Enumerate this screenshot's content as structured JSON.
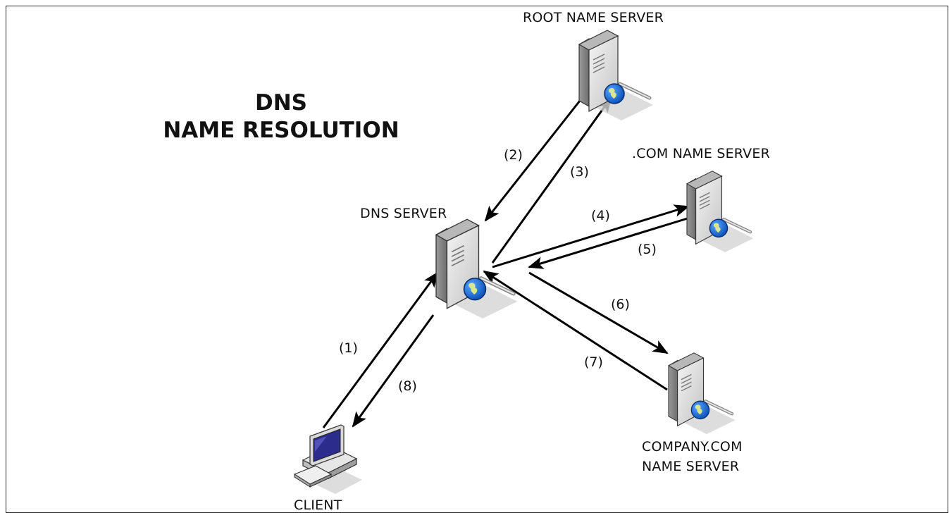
{
  "title": {
    "line1": "DNS",
    "line2": "NAME RESOLUTION"
  },
  "labels": {
    "root_server": "ROOT NAME SERVER",
    "com_server": ".COM NAME SERVER",
    "dns_server": "DNS SERVER",
    "company_server_line1": "COMPANY.COM",
    "company_server_line2": "NAME SERVER",
    "client": "CLIENT"
  },
  "steps": [
    "(1)",
    "(2)",
    "(3)",
    "(4)",
    "(5)",
    "(6)",
    "(7)",
    "(8)"
  ],
  "colors": {
    "arrow": "#000000",
    "server_body": "#d8d8d8",
    "globe": "#1a6fd6",
    "land": "#cfe08a",
    "screen": "#2c2c8c"
  },
  "icons": [
    "server-icon",
    "globe-icon",
    "client-computer-icon"
  ]
}
